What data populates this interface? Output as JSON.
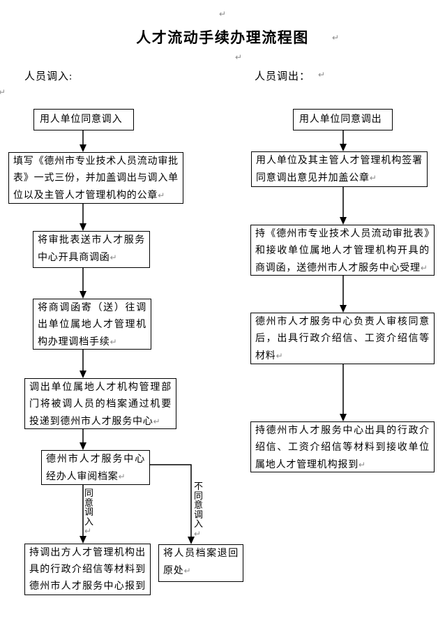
{
  "document": {
    "title": "人才流动手续办理流程图",
    "left_section_label": "人员调入:",
    "right_section_label": "人员调出："
  },
  "marks": {
    "pilcrow": "↵"
  },
  "colors": {
    "background": "#ffffff",
    "line": "#000000",
    "text": "#000000",
    "formatting_mark": "#8c8c8c"
  },
  "flowchart": {
    "left": {
      "boxes": [
        {
          "text": "用人单位同意调入"
        },
        {
          "text": "填写《德州市专业技术人员流动审批表》一式三份，并加盖调出与调入单位以及主管人才管理机构的公章"
        },
        {
          "text": "将审批表送市人才服务中心开具商调函"
        },
        {
          "text": "将商调函寄（送）往调出单位属地人才管理机构办理调档手续"
        },
        {
          "text": "调出单位属地人才机构管理部门将被调人员的档案通过机要投递到德州市人才服务中心"
        },
        {
          "text": "德州市人才服务中心经办人审阅档案"
        },
        {
          "text": "持调出方人才管理机构出具的行政介绍信等材料到德州市人才服务中心报到"
        },
        {
          "text": "将人员档案退回原处"
        }
      ],
      "branch_labels": {
        "approve": "同意调入",
        "reject": "不同意调入"
      }
    },
    "right": {
      "boxes": [
        {
          "text": "用人单位同意调出"
        },
        {
          "text": "用人单位及其主管人才管理机构签署同意调出意见并加盖公章"
        },
        {
          "text": "持《德州市专业技术人员流动审批表》和接收单位属地人才管理机构开具的商调函，送德州市人才服务中心受理"
        },
        {
          "text": "德州市人才服务中心负责人审核同意后，出具行政介绍信、工资介绍信等材料"
        },
        {
          "text": "持德州市人才服务中心出具的行政介绍信、工资介绍信等材料到接收单位属地人才管理机构报到"
        }
      ]
    }
  }
}
